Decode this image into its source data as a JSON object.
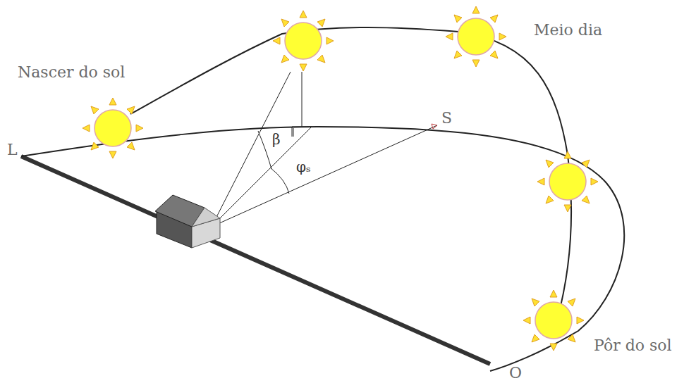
{
  "diagram": {
    "labels": [
      "Nascer do sol",
      "Meio dia",
      "Pôr do sol",
      "L",
      "S",
      "O",
      "β",
      "φₛ"
    ]
  }
}
